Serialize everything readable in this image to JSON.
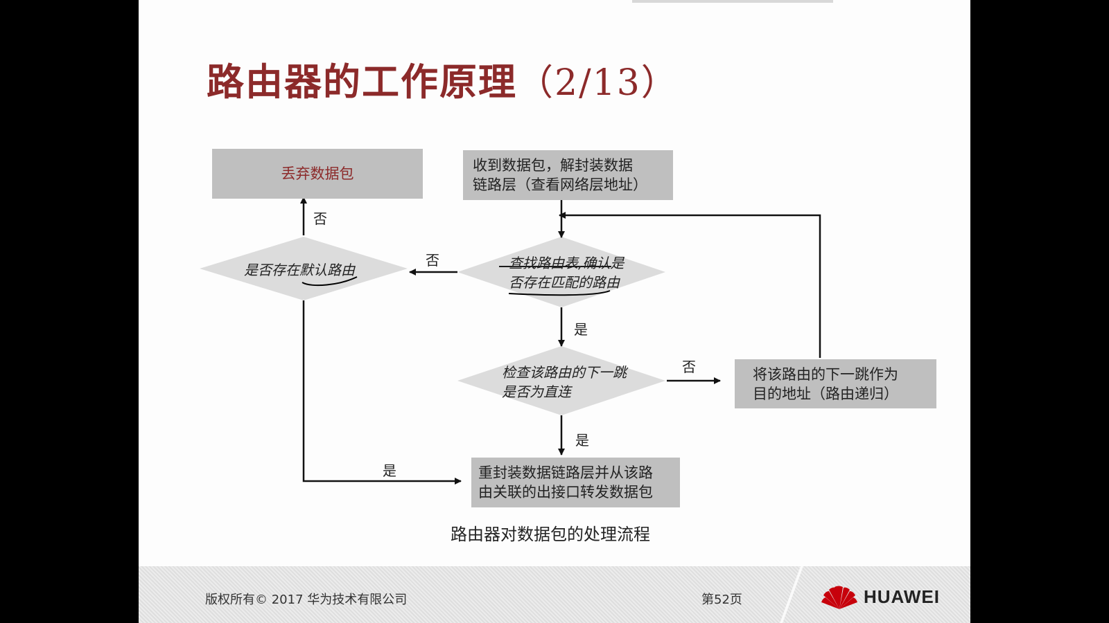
{
  "slide": {
    "title": "路由器的工作原理",
    "title_index": "（2/13）"
  },
  "flowchart": {
    "discard_box": "丢弃数据包",
    "receive_box_line1": "收到数据包，解封装数据",
    "receive_box_line2": "链路层（查看网络层地址）",
    "default_route_q": "是否存在默认路由",
    "lookup_q_line1": "查找路由表,确认是",
    "lookup_q_line2": "否存在匹配的路由",
    "nexthop_q_line1": "检查该路由的下一跳",
    "nexthop_q_line2": "是否为直连",
    "recursive_box_line1": "将该路由的下一跳作为",
    "recursive_box_line2": "目的地址（路由递归）",
    "forward_box_line1": "重封装数据链路层并从该路",
    "forward_box_line2": "由关联的出接口转发数据包",
    "label_no": "否",
    "label_yes": "是",
    "caption": "路由器对数据包的处理流程"
  },
  "footer": {
    "copyright": "版权所有© 2017 华为技术有限公司",
    "page": "第52页",
    "logo_text": "HUAWEI",
    "logo_icon": "huawei-petal-logo"
  },
  "colors": {
    "title": "#8c2a2a",
    "box_fill": "#bfbfbf",
    "diamond_fill": "#dcdcdc",
    "discard_text": "#8c2a2a"
  }
}
